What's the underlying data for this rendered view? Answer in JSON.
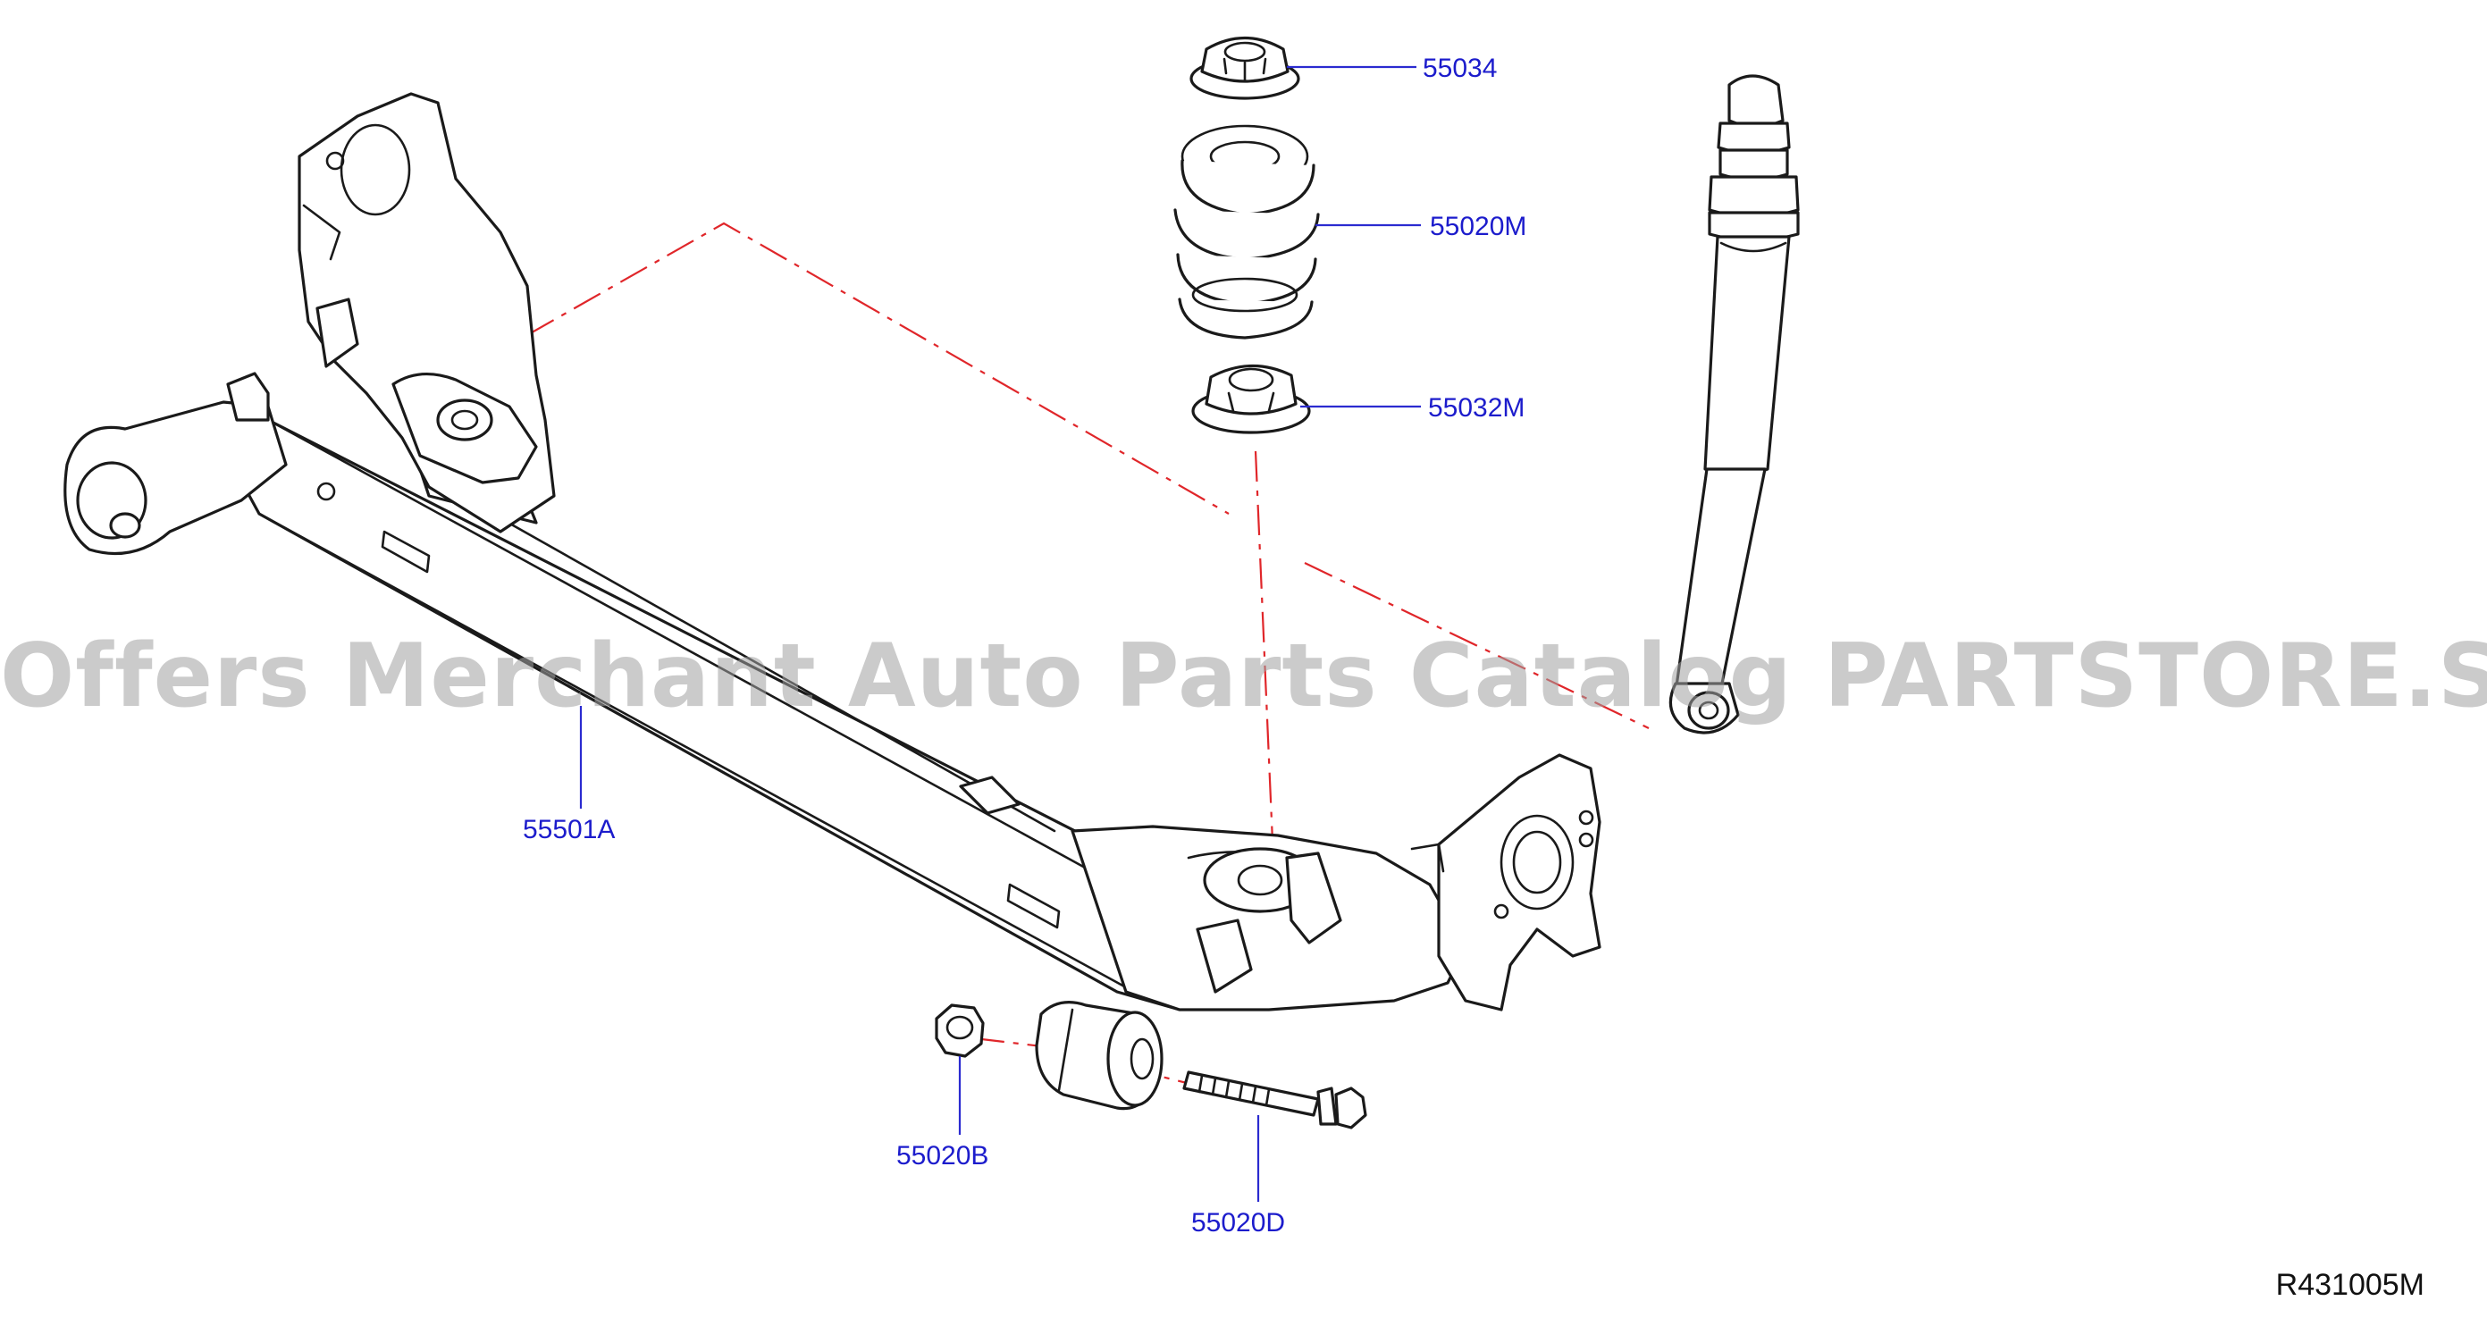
{
  "watermark": "Offers Merchant Auto Parts Catalog PARTSTORE.SA",
  "diagram_code": "R431005M",
  "colors": {
    "callout": "#1c1ccc",
    "leader": "#2b2bd0",
    "centerline": "#e0262a",
    "outline": "#1a1a1a"
  },
  "parts": [
    {
      "id": "p55034",
      "label": "55034"
    },
    {
      "id": "p55020m",
      "label": "55020M"
    },
    {
      "id": "p55032m",
      "label": "55032M"
    },
    {
      "id": "p55501a",
      "label": "55501A"
    },
    {
      "id": "p55020b",
      "label": "55020B"
    },
    {
      "id": "p55020d",
      "label": "55020D"
    }
  ]
}
